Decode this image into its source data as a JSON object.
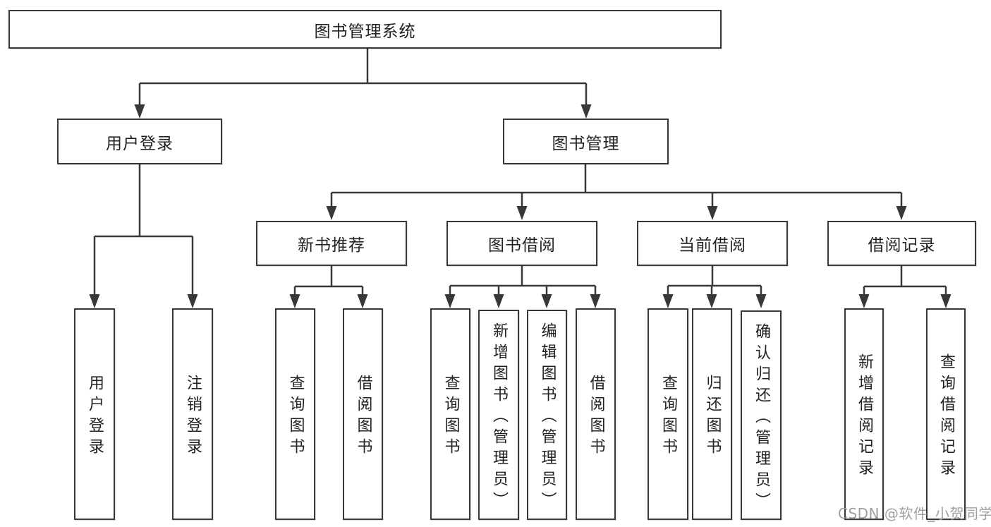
{
  "diagram": {
    "root": "图书管理系统",
    "level2": {
      "user_login": "用户登录",
      "book_mgmt": "图书管理"
    },
    "level3": {
      "new_book": "新书推荐",
      "book_borrow": "图书借阅",
      "current_borrow": "当前借阅",
      "borrow_record": "借阅记录"
    },
    "leaves": {
      "user_login": "用户登录",
      "logout": "注销登录",
      "newbook_query": "查询图书",
      "newbook_borrow": "借阅图书",
      "borrow_query": "查询图书",
      "borrow_add": "新增图书（管理员）",
      "borrow_edit": "编辑图书（管理员）",
      "borrow_borrow": "借阅图书",
      "current_query": "查询图书",
      "current_return": "归还图书",
      "current_confirm": "确认归还（管理员）",
      "record_add": "新增借阅记录",
      "record_query": "查询借阅记录"
    }
  },
  "watermark": "CSDN @软件_小贺同学",
  "colors": {
    "line": "#383838",
    "box_border": "#383838",
    "text": "#222222",
    "watermark": "#989898",
    "background": "#ffffff"
  }
}
